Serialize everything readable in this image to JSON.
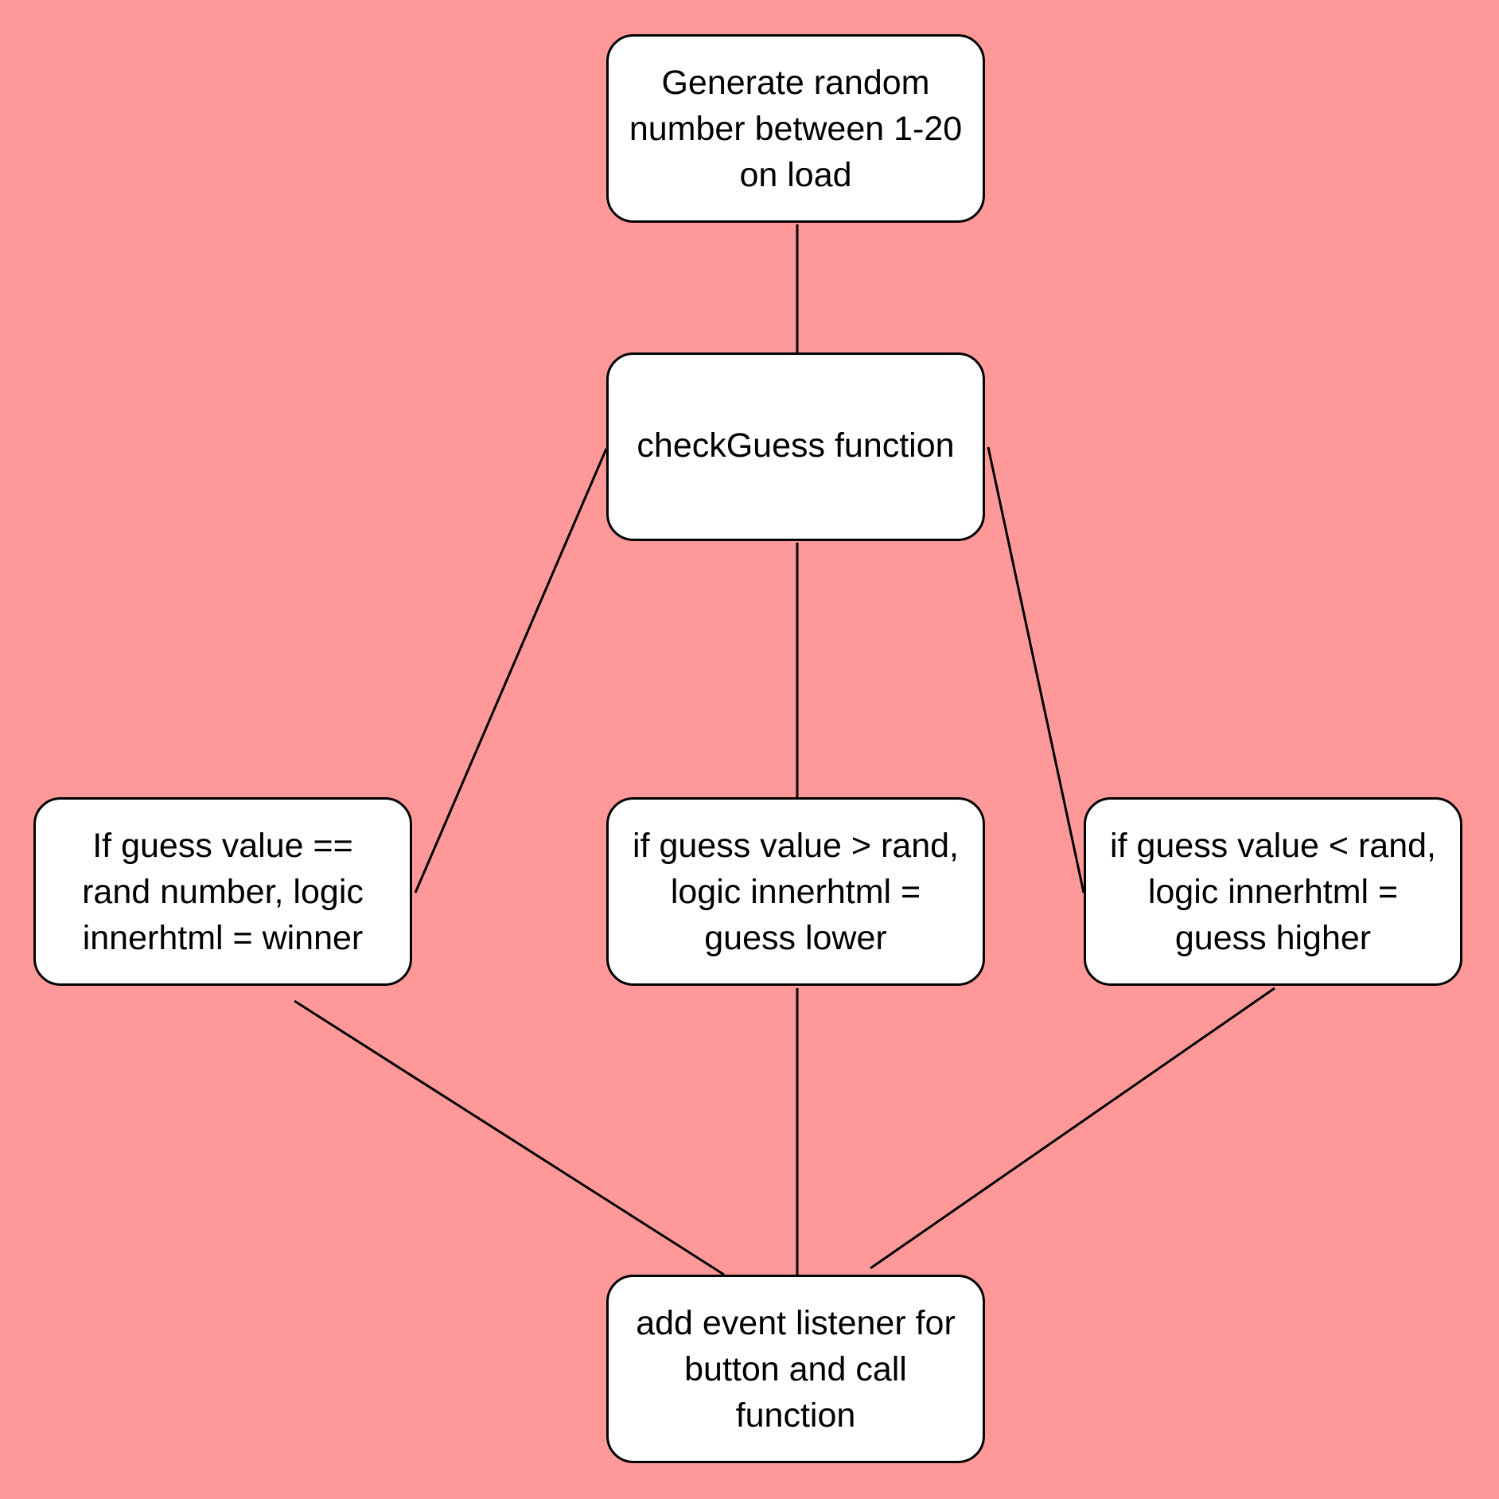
{
  "diagram": {
    "background": "#FF9999",
    "box_fill": "#FFFFFF",
    "stroke": "#000000",
    "nodes": {
      "generate": {
        "text": "Generate random\nnumber between 1-20\non load"
      },
      "check": {
        "text": "checkGuess function"
      },
      "winner": {
        "text": "If guess value ==\nrand number, logic\ninnerhtml = winner"
      },
      "lower": {
        "text": "if guess value > rand,\nlogic innerhtml =\nguess lower"
      },
      "higher": {
        "text": "if guess value < rand,\nlogic innerhtml =\nguess higher"
      },
      "listener": {
        "text": "add event listener for\nbutton and call\nfunction"
      }
    },
    "edges": [
      {
        "from": "generate",
        "to": "check"
      },
      {
        "from": "check",
        "to": "winner"
      },
      {
        "from": "check",
        "to": "lower"
      },
      {
        "from": "check",
        "to": "higher"
      },
      {
        "from": "winner",
        "to": "listener"
      },
      {
        "from": "lower",
        "to": "listener"
      },
      {
        "from": "higher",
        "to": "listener"
      }
    ]
  }
}
